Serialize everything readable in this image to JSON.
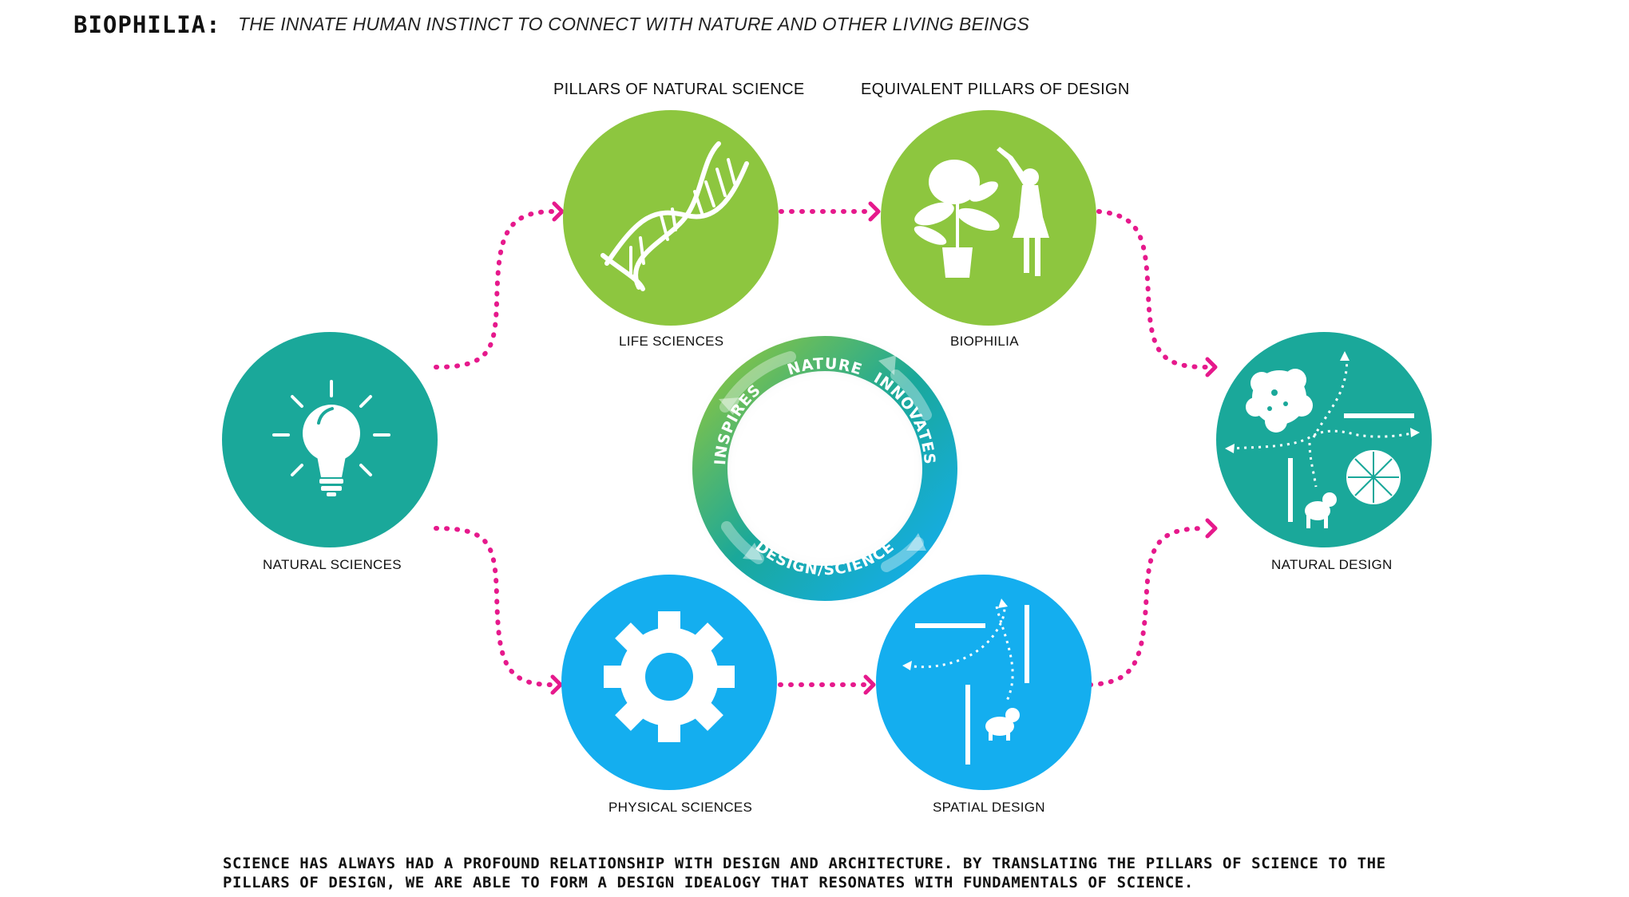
{
  "title": {
    "term": "BIOPHILIA:",
    "definition": "THE INNATE HUMAN INSTINCT TO CONNECT WITH NATURE AND OTHER  LIVING BEINGS"
  },
  "columns": {
    "science": "PILLARS OF NATURAL SCIENCE",
    "design": "EQUIVALENT PILLARS OF DESIGN"
  },
  "nodes": {
    "natural_sciences": "NATURAL SCIENCES",
    "life_sciences": "LIFE SCIENCES",
    "biophilia": "BIOPHILIA",
    "physical_sciences": "PHYSICAL SCIENCES",
    "spatial_design": "SPATIAL DESIGN",
    "natural_design": "NATURAL DESIGN"
  },
  "cycle": {
    "nature": "NATURE",
    "innovates": "INNOVATES",
    "design_science": "DESIGN/SCIENCE",
    "inspires": "INSPIRES"
  },
  "caption": "SCIENCE HAS ALWAYS HAD A PROFOUND RELATIONSHIP WITH DESIGN AND ARCHITECTURE. BY TRANSLATING THE PILLARS OF SCIENCE TO THE\nPILLARS OF DESIGN, WE ARE ABLE TO FORM A DESIGN IDEALOGY THAT RESONATES WITH FUNDAMENTALS OF SCIENCE.",
  "colors": {
    "teal": "#1aa89a",
    "green": "#8dc63f",
    "blue": "#14aeef",
    "magenta": "#e6198c",
    "white": "#ffffff"
  },
  "icons": {
    "natural_sciences": "lightbulb-icon",
    "life_sciences": "dna-helix-icon",
    "biophilia": "plant-and-person-icon",
    "physical_sciences": "gear-icon",
    "spatial_design": "spatial-plan-icon",
    "natural_design": "natural-plan-icon"
  }
}
